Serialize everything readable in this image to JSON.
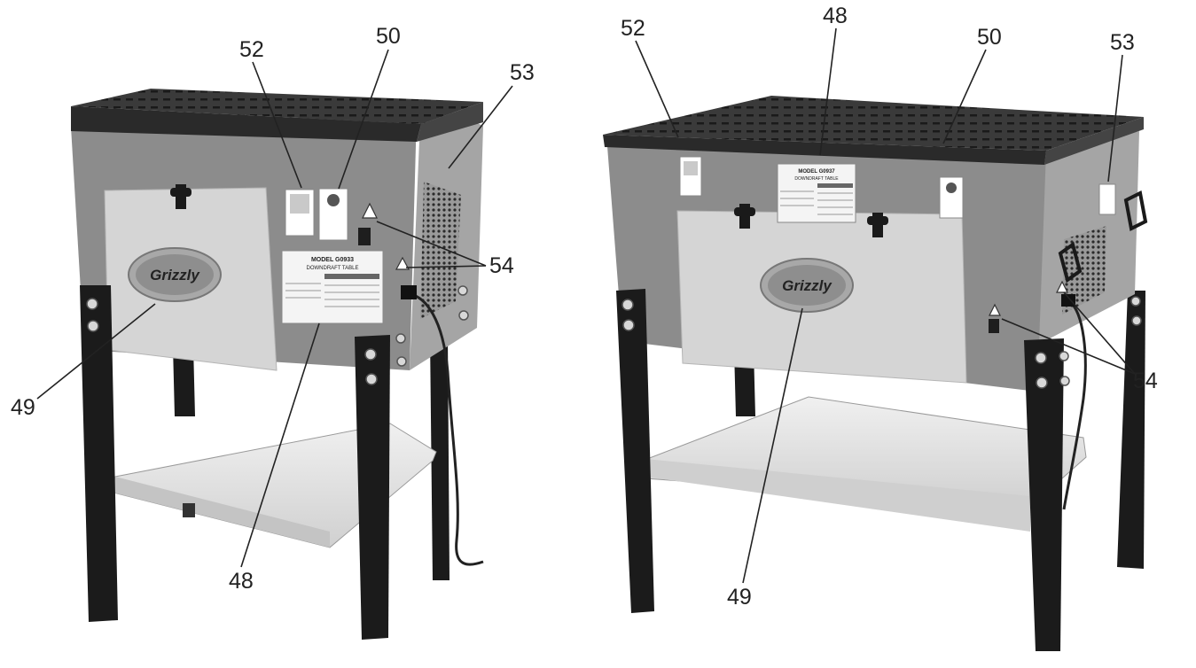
{
  "figure": {
    "left_view": {
      "callouts": [
        "52",
        "50",
        "53",
        "54",
        "49",
        "48"
      ],
      "badge_text": "Grizzly",
      "label_title": "MODEL G0933",
      "label_subtitle": "DOWNDRAFT TABLE"
    },
    "right_view": {
      "callouts": [
        "52",
        "48",
        "50",
        "53",
        "54",
        "49"
      ],
      "badge_text": "Grizzly",
      "label_title": "MODEL G0937",
      "label_subtitle": "DOWNDRAFT TABLE"
    }
  },
  "colors": {
    "top_surface": "#333333",
    "cabinet": "#8c8c8c",
    "cabinet_side": "#a5a5a5",
    "panel": "#d5d5d5",
    "legs": "#1b1b1b",
    "shelf": "#e6e6e6"
  }
}
